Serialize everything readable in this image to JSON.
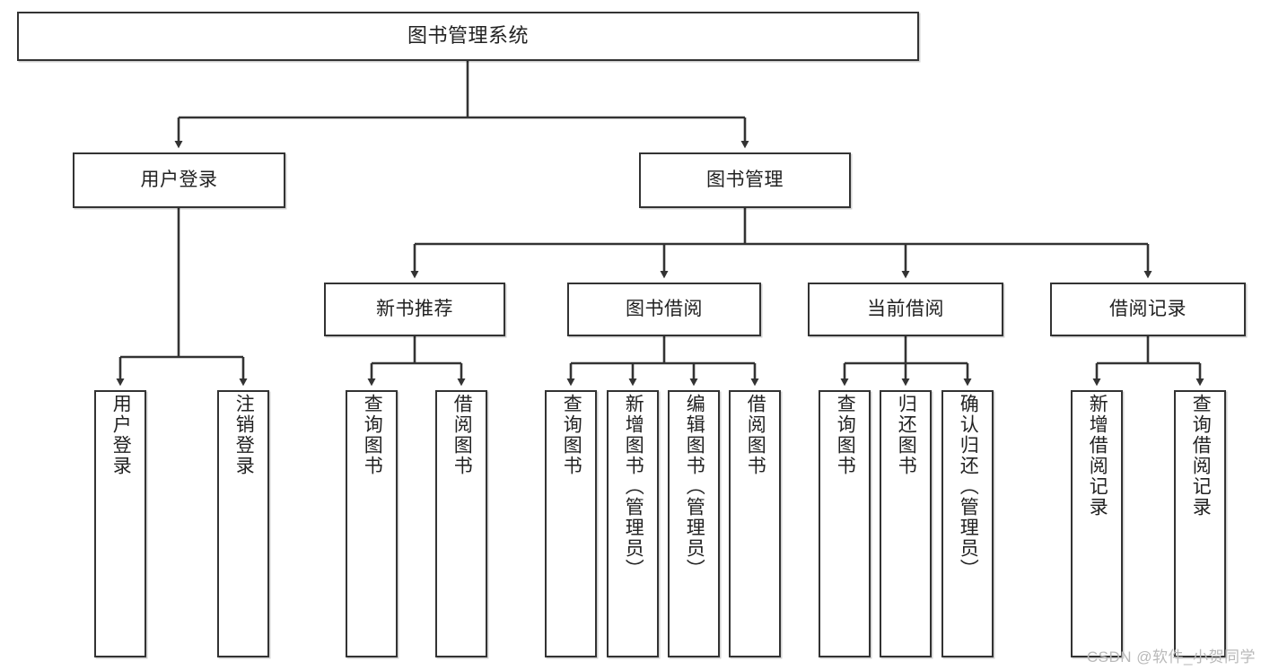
{
  "diagram": {
    "title": "图书管理系统",
    "type": "tree-hierarchy-diagram",
    "colors": {
      "box_border": "#333333",
      "box_fill": "#ffffff",
      "connector": "#333333",
      "text": "#222222",
      "watermark": "#b9b9b9"
    },
    "nodes": {
      "root": {
        "label": "图书管理系统",
        "level": 1
      },
      "l2": [
        {
          "label": "用户登录",
          "level": 2
        },
        {
          "label": "图书管理",
          "level": 2
        }
      ],
      "l3": [
        {
          "label": "新书推荐",
          "level": 3
        },
        {
          "label": "图书借阅",
          "level": 3
        },
        {
          "label": "当前借阅",
          "level": 3
        },
        {
          "label": "借阅记录",
          "level": 3
        }
      ],
      "leaves_user_login": [
        {
          "label": "用户登录",
          "level": 3
        },
        {
          "label": "注销登录",
          "level": 3
        }
      ],
      "leaves_new_book": [
        {
          "label": "查询图书",
          "level": 4
        },
        {
          "label": "借阅图书",
          "level": 4
        }
      ],
      "leaves_borrow": [
        {
          "label": "查询图书",
          "level": 4
        },
        {
          "label": "新增图书（管理员）",
          "level": 4
        },
        {
          "label": "编辑图书（管理员）",
          "level": 4
        },
        {
          "label": "借阅图书",
          "level": 4
        }
      ],
      "leaves_current": [
        {
          "label": "查询图书",
          "level": 4
        },
        {
          "label": "归还图书",
          "level": 4
        },
        {
          "label": "确认归还（管理员）",
          "level": 4
        }
      ],
      "leaves_record": [
        {
          "label": "新增借阅记录",
          "level": 4
        },
        {
          "label": "查询借阅记录",
          "level": 4
        }
      ]
    },
    "watermark": "CSDN @软件_小贺同学"
  }
}
